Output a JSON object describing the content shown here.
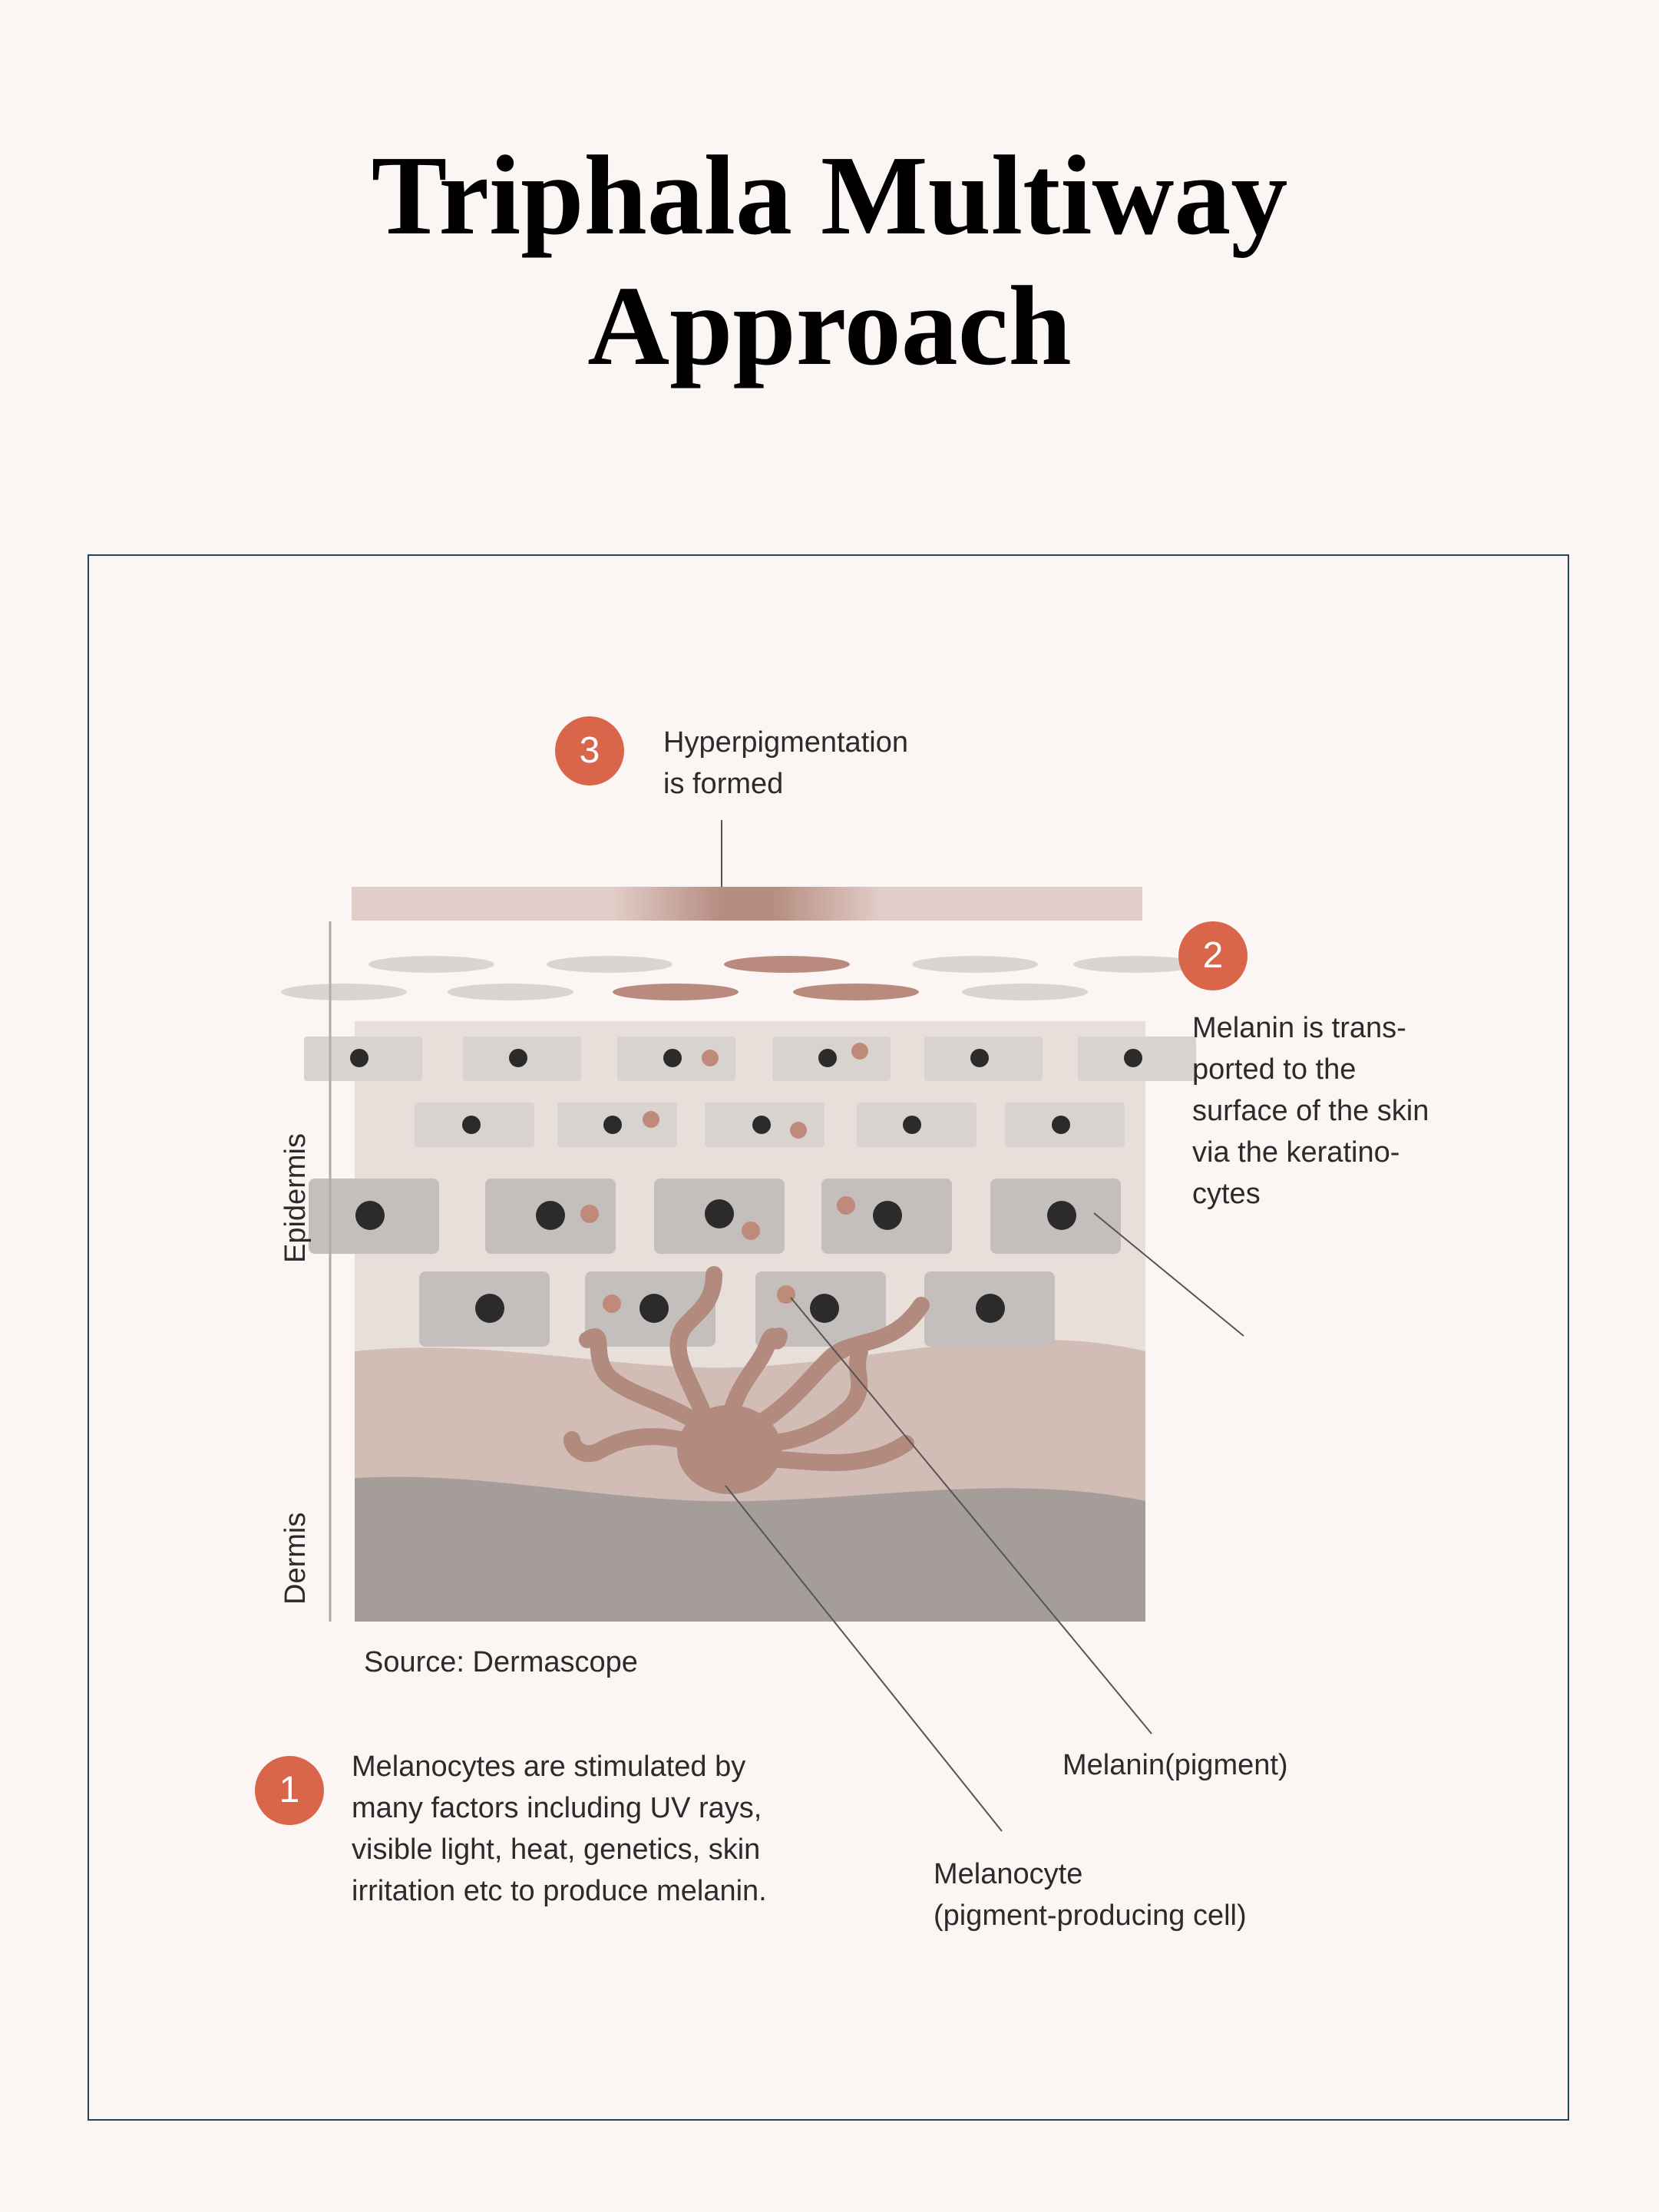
{
  "title": {
    "line1": "Triphala Multiway",
    "line2": "Approach"
  },
  "steps": [
    {
      "number": "1",
      "lines": [
        "Melanocytes are stimulated by",
        "many factors including UV rays,",
        "visible light, heat, genetics, skin",
        "irritation etc to produce melanin."
      ]
    },
    {
      "number": "2",
      "lines": [
        "Melanin is trans-",
        "ported to the",
        "surface of the skin",
        "via the keratino-",
        "cytes"
      ]
    },
    {
      "number": "3",
      "lines": [
        "Hyperpigmentation",
        "is formed"
      ]
    }
  ],
  "layers": {
    "epidermis": "Epidermis",
    "dermis": "Dermis"
  },
  "labels": {
    "melanin": "Melanin(pigment)",
    "melanocyte_line1": "Melanocyte",
    "melanocyte_line2": "(pigment-producing cell)"
  },
  "source": "Source: Dermascope",
  "colors": {
    "badge": "#d9664b",
    "frame_border": "#24465a",
    "dermis": "#a59d9a",
    "melanocyte": "#b28a7e",
    "keratinocyte": "#c4bebc"
  }
}
